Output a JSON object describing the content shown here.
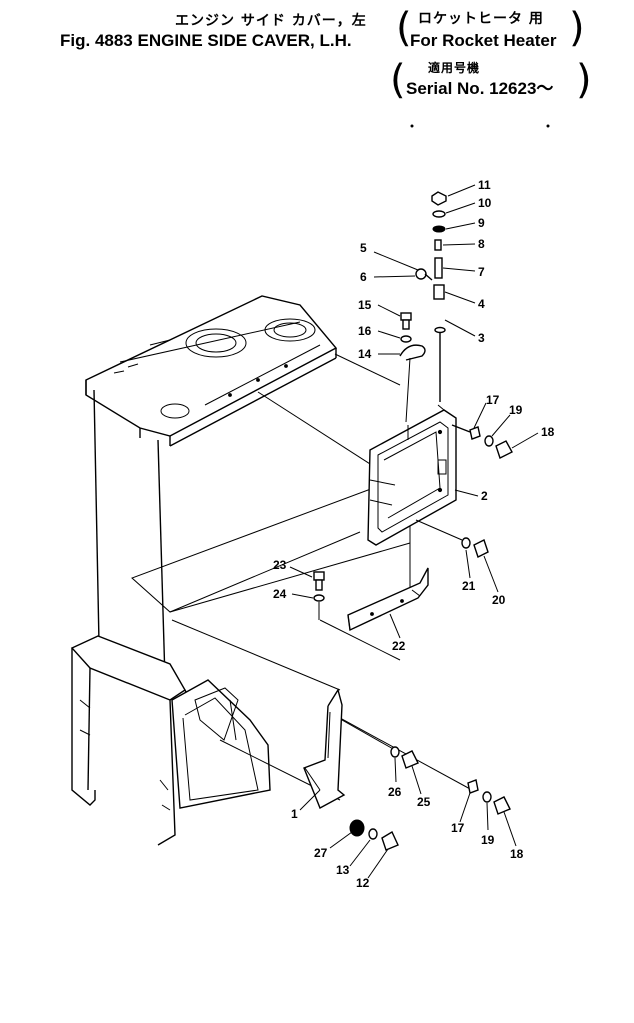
{
  "header": {
    "title_jp": "エンジン サイド カバー，左",
    "title_en": "Fig. 4883  ENGINE SIDE CAVER, L.H.",
    "note_jp": "ロケットヒータ 用",
    "note_en": "For Rocket Heater",
    "serial_jp": "適用号機",
    "serial_en": "Serial No. 12623～"
  },
  "callouts": [
    "1",
    "2",
    "3",
    "4",
    "5",
    "6",
    "7",
    "8",
    "9",
    "10",
    "11",
    "12",
    "13",
    "14",
    "15",
    "16",
    "17",
    "17",
    "18",
    "18",
    "19",
    "19",
    "20",
    "21",
    "22",
    "23",
    "24",
    "25",
    "26",
    "27"
  ]
}
